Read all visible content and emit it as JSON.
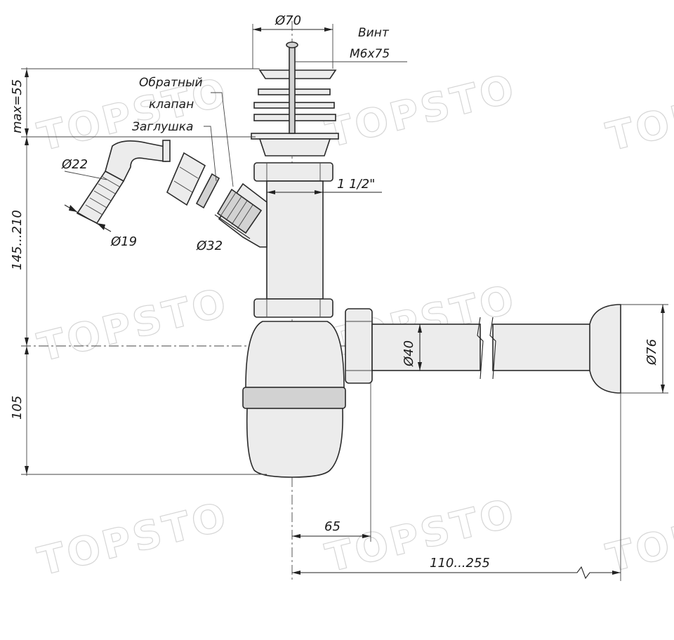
{
  "dimensions": {
    "diameter_70": "Ø70",
    "screw_label": "Винт",
    "screw_size": "M6x75",
    "max_55": "max=55",
    "range_145_210": "145...210",
    "range_105": "105",
    "diameter_22": "Ø22",
    "diameter_19": "Ø19",
    "diameter_32": "Ø32",
    "thread_1_1_2": "1 1/2\"",
    "diameter_40": "Ø40",
    "diameter_76": "Ø76",
    "dim_65": "65",
    "range_110_255": "110...255"
  },
  "labels": {
    "check_valve_line1": "Обратный",
    "check_valve_line2": "клапан",
    "plug": "Заглушка"
  },
  "watermark": "TOPSTO",
  "colors": {
    "line": "#222222",
    "part_fill": "#ececec",
    "part_shade": "#d2d2d2",
    "watermark": "#d6d6d6"
  }
}
